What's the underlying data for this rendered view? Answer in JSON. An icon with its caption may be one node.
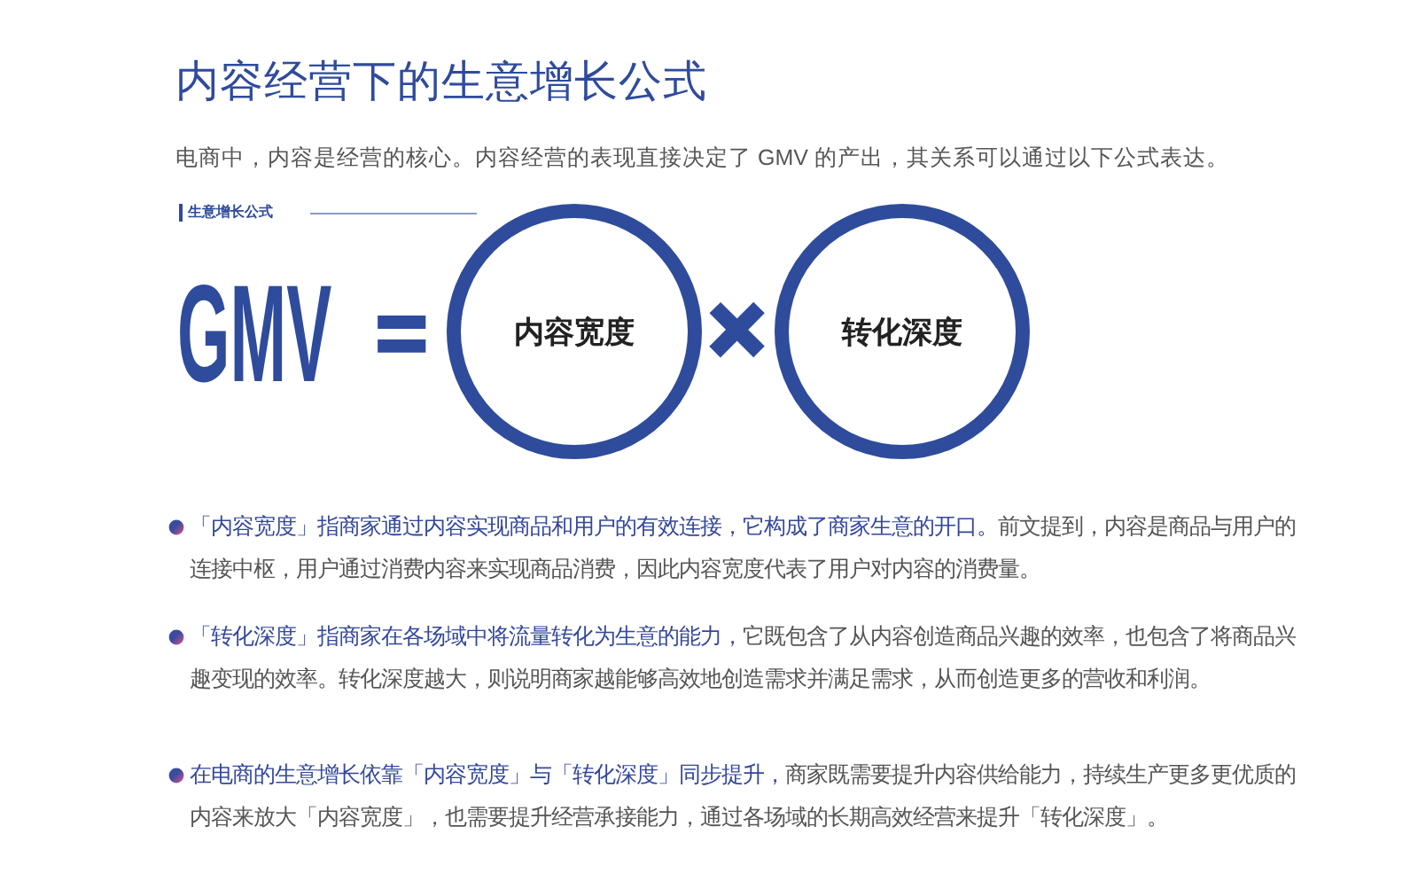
{
  "diagram": {
    "title": "内容经营下的生意增长公式",
    "nodes": [
      {
        "text": [
          "内容宽度"
        ]
      },
      {
        "text": [
          "转化深度"
        ]
      }
    ],
    "labels": [
      "电商中，内容是经营的核心。内容经营的表现直接决定了 GMV 的产出，其关系可以通过以下公式表达。",
      "生意增长公式",
      "GMV",
      "=",
      "×",
      "**「内容宽度」指商家通过内容实现商品和用户的有效连接，它构成了商家生意的开口。**前文提到，内容是商品与用户的连接中枢，用户通过消费内容来实现商品消费，因此内容宽度代表了用户对内容的消费量。",
      "**「转化深度」指商家在各场域中将流量转化为生意的能力，**它既包含了从内容创造商品兴趣的效率，也包含了将商品兴趣变现的效率。转化深度越大，则说明商家越能够高效地创造需求并满足需求，从而创造更多的营收和利润。",
      "**在电商的生意增长依靠「内容宽度」与「转化深度」同步提升，**商家既需要提升内容供给能力，持续生产更多更优质的内容来放大「内容宽度」，也需要提升经营承接能力，通过各场域的长期高效经营来提升「转化深度」。"
    ]
  }
}
